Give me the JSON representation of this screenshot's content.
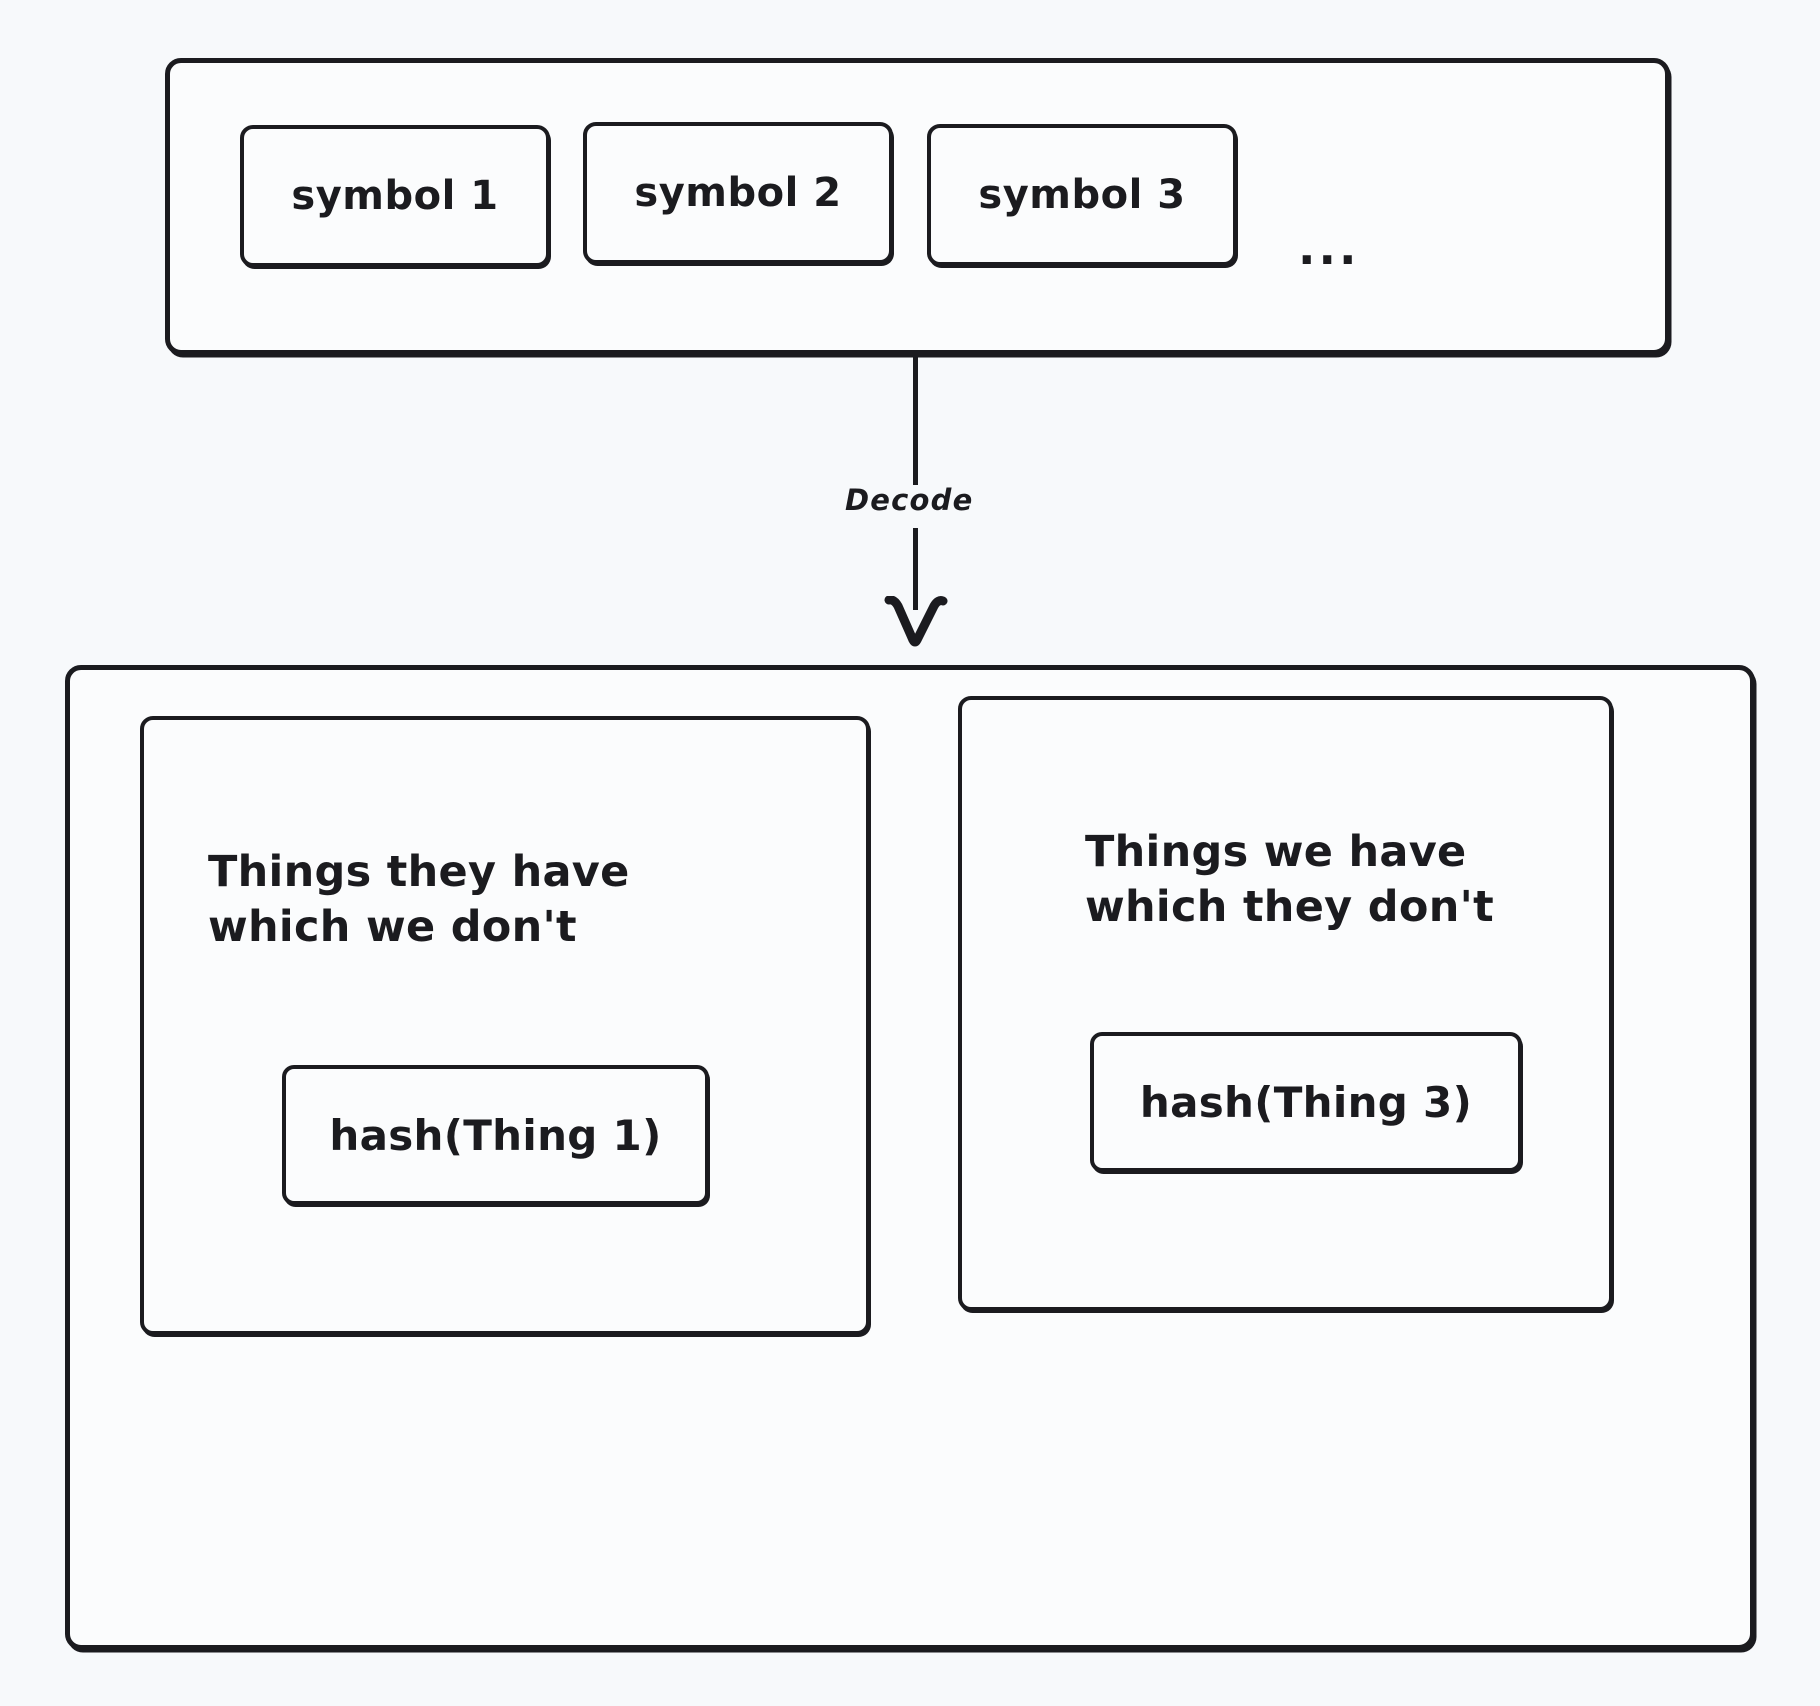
{
  "diagram": {
    "background_color": "#f7f9fb",
    "stroke_color": "#1b1b1f",
    "box_fill_color": "#fbfcfd",
    "symbols_group": {
      "symbols": [
        {
          "label": "symbol 1"
        },
        {
          "label": "symbol 2"
        },
        {
          "label": "symbol 3"
        }
      ],
      "ellipsis": "..."
    },
    "arrow": {
      "label": "Decode",
      "direction": "down",
      "head_icon": "arrow-down-icon"
    },
    "things_group": {
      "boxes": [
        {
          "title": "Things they have\nwhich we don't",
          "hash_label": "hash(Thing 1)"
        },
        {
          "title": "Things we have\nwhich they don't",
          "hash_label": "hash(Thing 3)"
        }
      ]
    }
  }
}
